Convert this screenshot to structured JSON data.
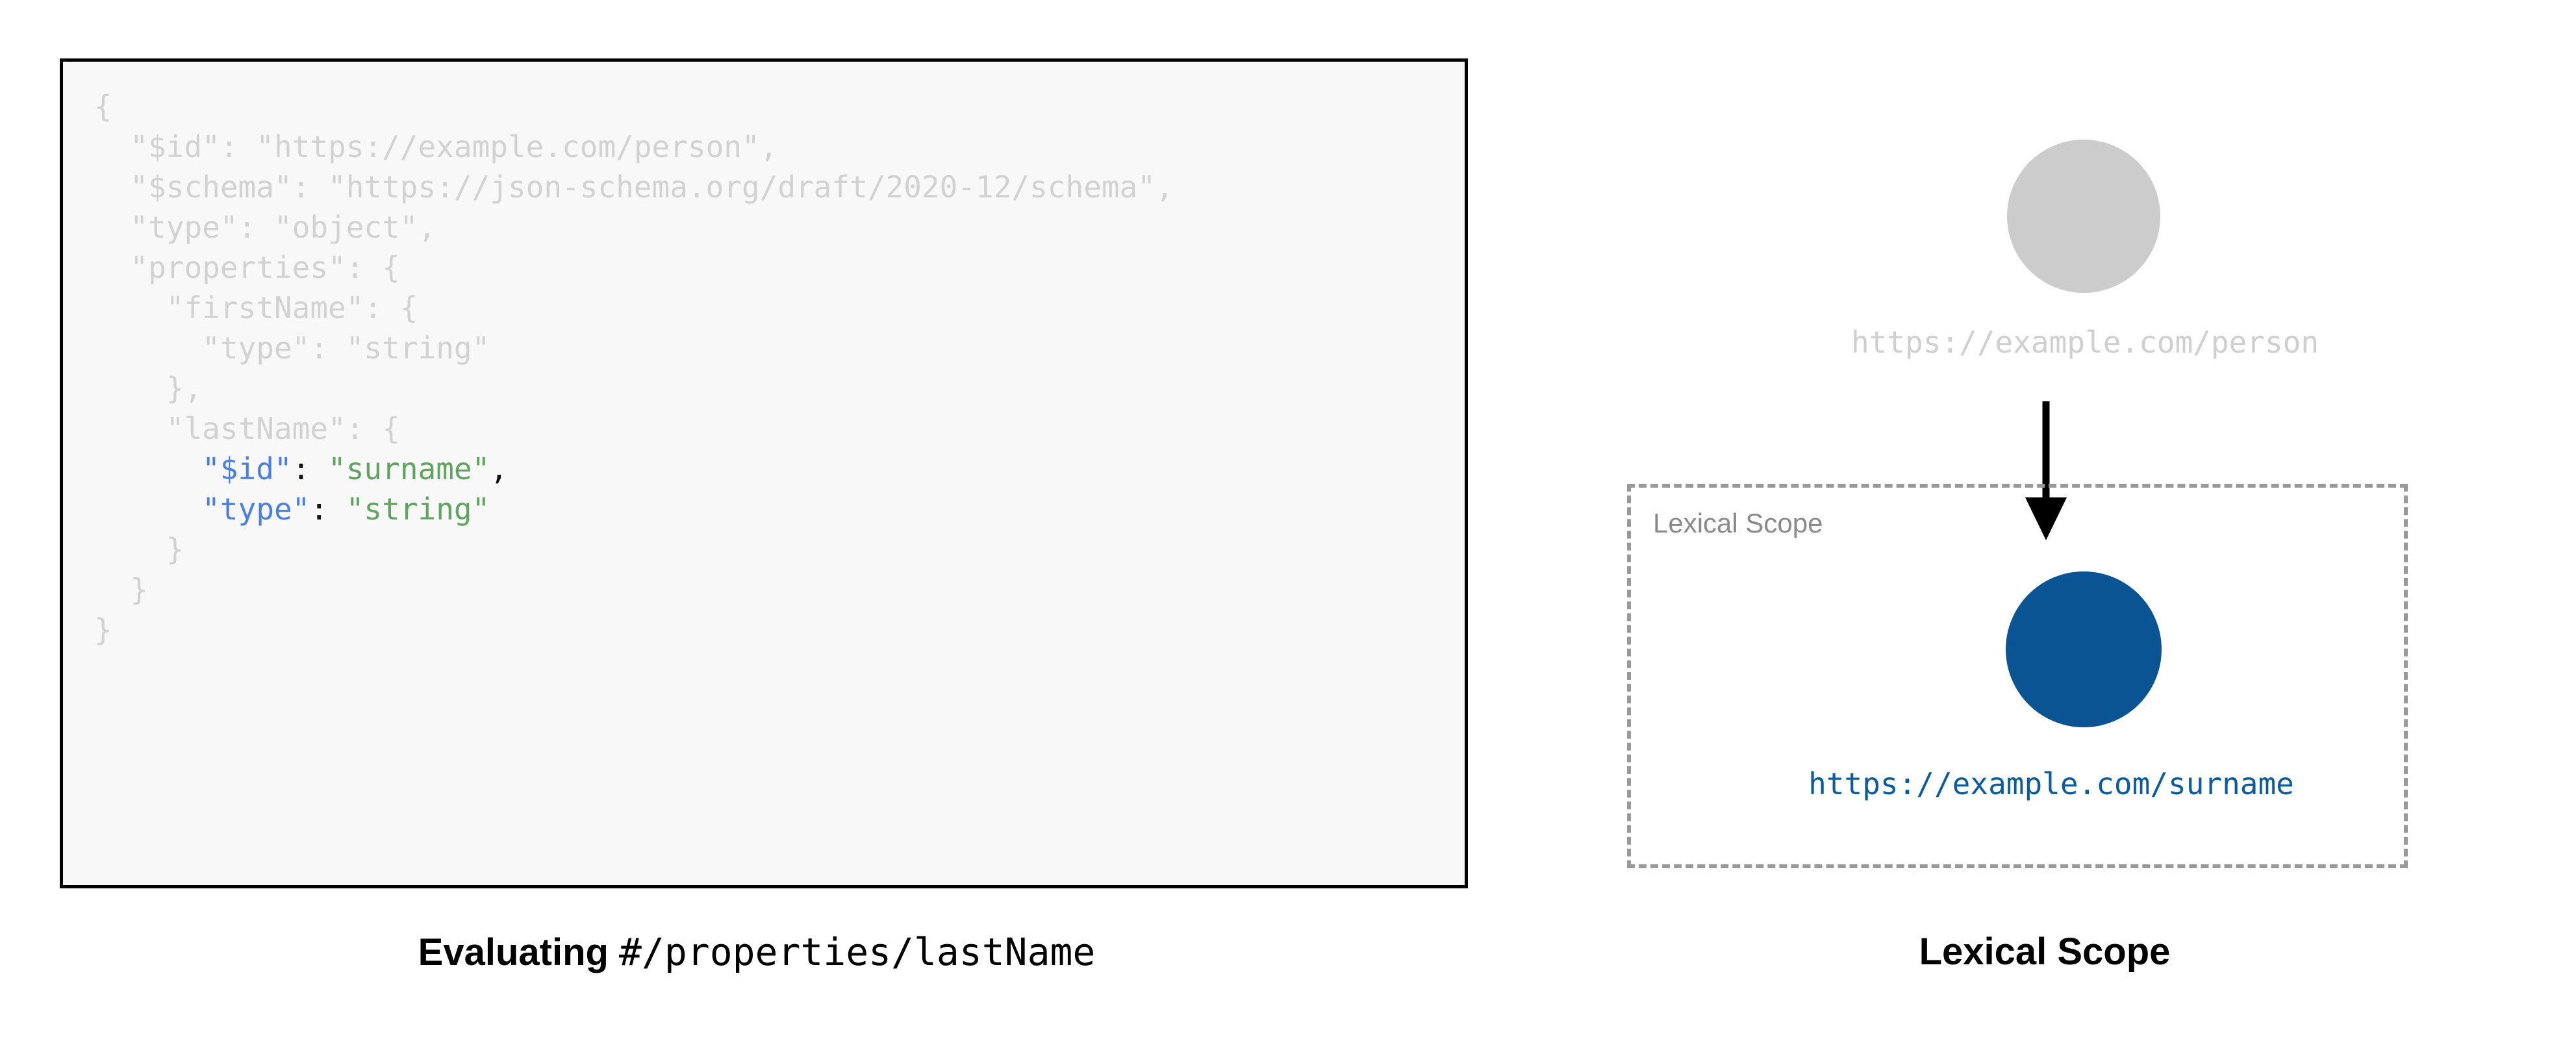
{
  "left_panel": {
    "code": {
      "language": "json",
      "lines": [
        {
          "indent": 0,
          "highlighted": false,
          "text": "{"
        },
        {
          "indent": 1,
          "highlighted": false,
          "text": "\"$id\": \"https://example.com/person\","
        },
        {
          "indent": 1,
          "highlighted": false,
          "text": "\"$schema\": \"https://json-schema.org/draft/2020-12/schema\","
        },
        {
          "indent": 1,
          "highlighted": false,
          "text": "\"type\": \"object\","
        },
        {
          "indent": 1,
          "highlighted": false,
          "text": "\"properties\": {"
        },
        {
          "indent": 2,
          "highlighted": false,
          "text": "\"firstName\": {"
        },
        {
          "indent": 3,
          "highlighted": false,
          "text": "\"type\": \"string\""
        },
        {
          "indent": 2,
          "highlighted": false,
          "text": "},"
        },
        {
          "indent": 2,
          "highlighted": false,
          "text": "\"lastName\": {"
        },
        {
          "indent": 3,
          "highlighted": true,
          "key": "\"$id\"",
          "colon": ": ",
          "value": "\"surname\"",
          "tail": ","
        },
        {
          "indent": 3,
          "highlighted": true,
          "key": "\"type\"",
          "colon": ": ",
          "value": "\"string\"",
          "tail": ""
        },
        {
          "indent": 2,
          "highlighted": false,
          "text": "}"
        },
        {
          "indent": 1,
          "highlighted": false,
          "text": "}"
        },
        {
          "indent": 0,
          "highlighted": false,
          "text": "}"
        }
      ]
    },
    "caption": {
      "strong": "Evaluating ",
      "mono": "#/properties/lastName"
    }
  },
  "right_panel": {
    "root_node": {
      "label": "https://example.com/person",
      "color": "#cccccc"
    },
    "arrow": {
      "icon": "down-arrow-icon"
    },
    "scope_box": {
      "inline_label": "Lexical Scope",
      "border_color": "#999999"
    },
    "scoped_node": {
      "label": "https://example.com/surname",
      "color": "#0a5494"
    },
    "caption": "Lexical Scope"
  },
  "colors": {
    "code_dim": "#d2d2d2",
    "code_key": "#4a7fe0",
    "code_string": "#5fa45f",
    "code_punct": "#111111",
    "node_gray": "#cccccc",
    "node_blue": "#0a5494",
    "link_blue": "#0b5c9e",
    "scope_gray": "#999999",
    "box_background": "#f8f8f8",
    "box_border": "#000000"
  }
}
